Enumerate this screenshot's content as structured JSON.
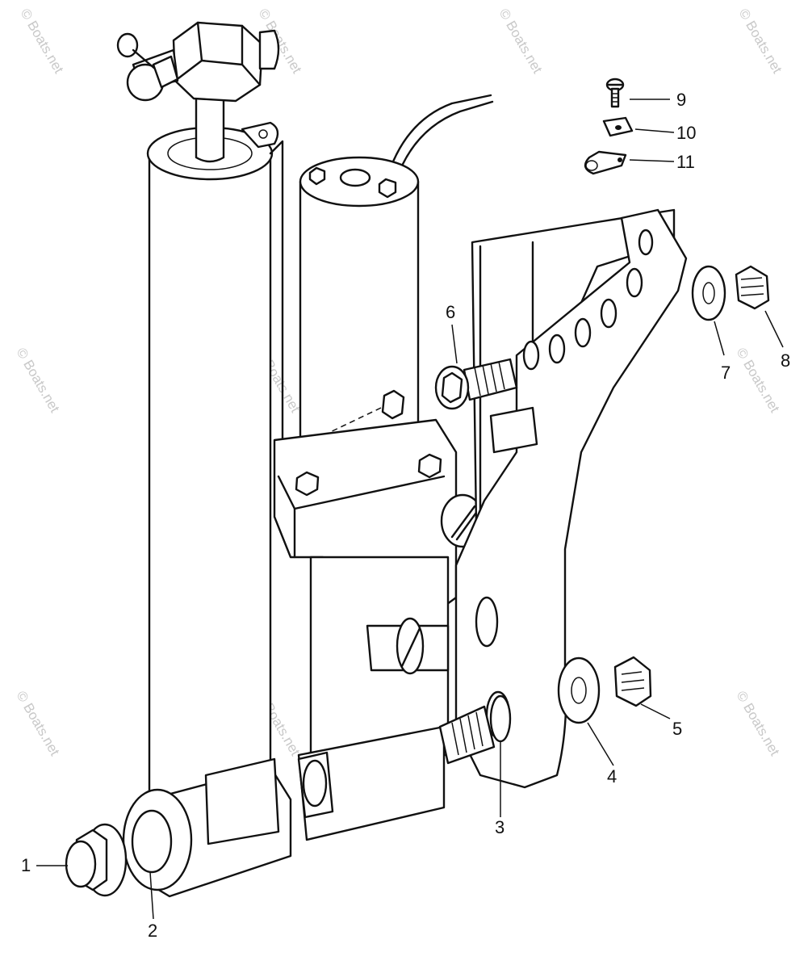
{
  "watermark": "© Boats.net",
  "callouts": {
    "p1": "1",
    "p2": "2",
    "p3": "3",
    "p4": "4",
    "p5": "5",
    "p6": "6",
    "p7": "7",
    "p8": "8",
    "p9": "9",
    "p10": "10",
    "p11": "11"
  },
  "colors": {
    "line": "#111111",
    "background": "#ffffff",
    "watermark": "#c9c9c9"
  }
}
